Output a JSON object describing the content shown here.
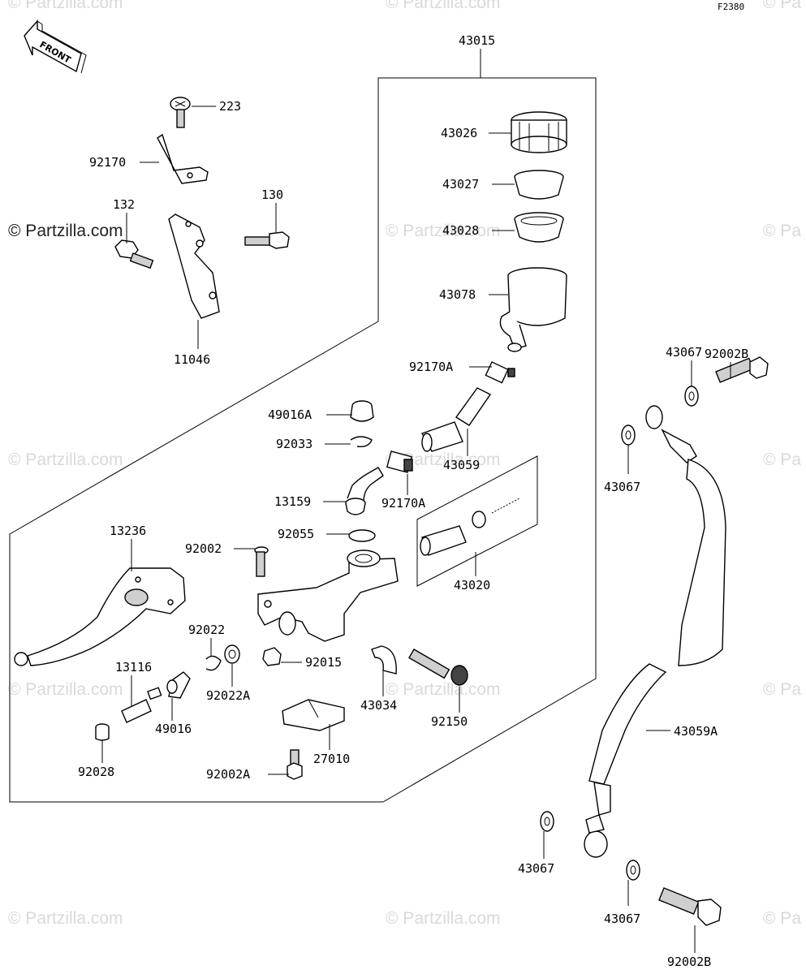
{
  "figure_code": "F2380",
  "front_label": "FRONT",
  "watermarks": [
    "© Partzilla.com",
    "© Partzilla.com",
    "© Pa",
    "© Partzilla.com",
    "© Partzilla.com",
    "© Pa",
    "© Partzilla.com",
    "© Partzilla.com",
    "© Pa",
    "© Partzilla.com",
    "© Partzilla.com",
    "© Pa"
  ],
  "watermark_main": "© Partzilla.com",
  "labels": {
    "p43015": "43015",
    "p223": "223",
    "p92170": "92170",
    "p132": "132",
    "p130": "130",
    "p11046": "11046",
    "p43026": "43026",
    "p43027": "43027",
    "p43028": "43028",
    "p43078": "43078",
    "p92170A_top": "92170A",
    "p49016A": "49016A",
    "p92033": "92033",
    "p43059": "43059",
    "p13159": "13159",
    "p92170A_mid": "92170A",
    "p92055": "92055",
    "p43020": "43020",
    "p13236": "13236",
    "p92002": "92002",
    "p92022": "92022",
    "p13116": "13116",
    "p92022A": "92022A",
    "p92015": "92015",
    "p43034": "43034",
    "p92150": "92150",
    "p49016": "49016",
    "p27010": "27010",
    "p92028": "92028",
    "p92002A": "92002A",
    "p92002B_top": "92002B",
    "p43067_a": "43067",
    "p43067_b": "43067",
    "p43059A": "43059A",
    "p43067_c": "43067",
    "p43067_d": "43067",
    "p92002B_bot": "92002B"
  }
}
